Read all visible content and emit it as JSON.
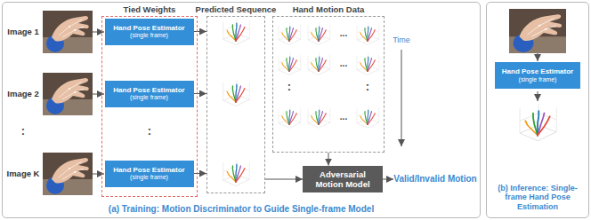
{
  "diagram": {
    "nodes": [
      {
        "text": [
          "(a) Training: Motion Discriminator to Guide Single-frame Model"
        ]
      },
      {
        "text": [
          "Tied Weights"
        ],
        "in": 0
      },
      {
        "text": [
          "Hand Pose Estimator",
          "(single frame)"
        ],
        "in": 1
      },
      {
        "text": [
          "Hand Pose Estimator",
          "(single frame)"
        ],
        "in": 1
      },
      {
        "text": [
          "Hand Pose Estimator",
          "(single frame)"
        ],
        "in": 1
      },
      {
        "text": [
          "Predicted Sequence"
        ],
        "in": 0
      },
      {
        "text": [
          "Hand Motion Data"
        ],
        "in": 0
      },
      {
        "text": [
          "Adversarial Motion Model"
        ],
        "in": 0
      },
      {
        "text": [
          "(b) Inference: Single-frame Hand Pose Estimation"
        ]
      },
      {
        "text": [
          "Hand Pose Estimator",
          "(single frame)"
        ],
        "in": 8
      }
    ],
    "edges": [
      {
        "from": 2,
        "to": 5,
        "arrow": "to"
      },
      {
        "from": 3,
        "to": 5,
        "arrow": "to"
      },
      {
        "from": 4,
        "to": 5,
        "arrow": "to"
      },
      {
        "from": 5,
        "to": 7,
        "arrow": "to"
      },
      {
        "from": 6,
        "to": 7,
        "arrow": "to"
      }
    ],
    "labels": [
      "Image 1",
      "Image 2",
      ":",
      "Image K",
      ":",
      "...",
      "...",
      ":",
      ":",
      "...",
      "Time",
      "Valid/Invalid Motion"
    ]
  }
}
